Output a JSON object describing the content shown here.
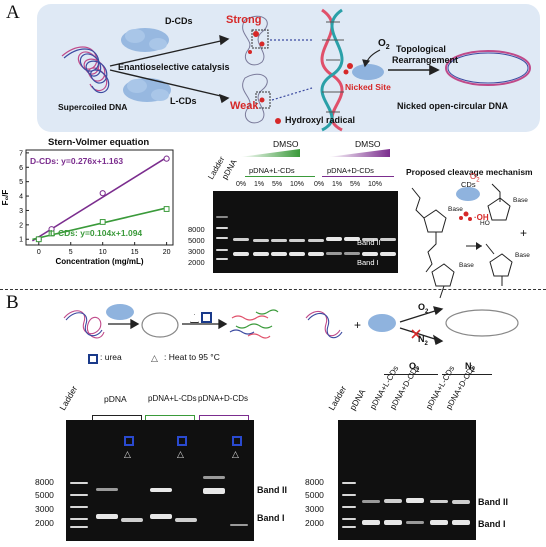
{
  "panelA": {
    "letter": "A",
    "schematic": {
      "supercoiled": "Supercoiled DNA",
      "dcds": "D-CDs",
      "lcds": "L-CDs",
      "catalysis": "Enantioselective catalysis",
      "strong": "Strong",
      "weak": "Weak",
      "o2": "O",
      "o2_sub": "2",
      "nicked_site": "Nicked Site",
      "hydroxyl": "Hydroxyl radical",
      "topological": "Topological",
      "rearrangement": "Rearrangement",
      "nicked_dna": "Nicked open-circular  DNA"
    },
    "sv": {
      "title": "Stern-Volmer equation",
      "dcds_eq": "D-CDs: y=0.276x+1.163",
      "lcds_eq": "L-CDs: y=0.104x+1.094",
      "xlabel": "Concentration (mg/mL)",
      "ylabel": "F₀/F",
      "xticks": [
        "0",
        "5",
        "10",
        "15",
        "20"
      ],
      "yticks": [
        "1",
        "2",
        "3",
        "4",
        "5",
        "6",
        "7"
      ]
    },
    "gel": {
      "dmso": "DMSO",
      "ladder": "Ladder",
      "pdna": "pDNA",
      "pdna_l": "pDNA+L-CDs",
      "pdna_d": "pDNA+D-CDs",
      "percents": [
        "0%",
        "1%",
        "5%",
        "10%",
        "0%",
        "1%",
        "5%",
        "10%"
      ],
      "markers": [
        "8000",
        "5000",
        "3000",
        "2000"
      ],
      "band2": "Band II",
      "band1": "Band I"
    },
    "mech": {
      "title": "Proposed cleavage mechanism",
      "cds": "CDs",
      "o2": "O",
      "o2_sub": "2",
      "oh": "·OH",
      "base": "Base",
      "ho": "HO",
      "plus": "+"
    }
  },
  "panelB": {
    "letter": "B",
    "legend_urea": ": urea",
    "legend_heat": ": Heat to 95 °C",
    "o2": "O",
    "o2_sub": "2",
    "n2": "N",
    "n2_sub": "2",
    "gel1": {
      "ladder": "Ladder",
      "pdna": "pDNA",
      "pdna_l": "pDNA+L-CDs",
      "pdna_d": "pDNA+D-CDs",
      "markers": [
        "8000",
        "5000",
        "3000",
        "2000"
      ],
      "band2": "Band II",
      "band1": "Band I"
    },
    "gel2": {
      "ladder": "Ladder",
      "lanes": [
        "pDNA",
        "pDNA+L-CDs",
        "pDNA+D-CDs",
        "pDNA+L-CDs",
        "pDNA+D-CDs"
      ],
      "group_o2": "O",
      "group_n2": "N",
      "markers": [
        "8000",
        "5000",
        "3000",
        "2000"
      ],
      "band2": "Band II",
      "band1": "Band I"
    }
  },
  "chart_data": {
    "type": "scatter",
    "title": "Stern-Volmer equation",
    "xlabel": "Concentration (mg/mL)",
    "ylabel": "F₀/F",
    "xlim": [
      -2,
      21
    ],
    "ylim": [
      0.6,
      7.2
    ],
    "series": [
      {
        "name": "D-CDs: y=0.276x+1.163",
        "color": "#7b2d8e",
        "x": [
          0,
          2,
          10,
          20
        ],
        "y": [
          1.0,
          1.7,
          4.2,
          6.6
        ],
        "fit": {
          "slope": 0.276,
          "intercept": 1.163
        }
      },
      {
        "name": "L-CDs: y=0.104x+1.094",
        "color": "#3a9a3a",
        "x": [
          0,
          2,
          10,
          20
        ],
        "y": [
          1.0,
          1.4,
          2.2,
          3.1
        ],
        "fit": {
          "slope": 0.104,
          "intercept": 1.094
        }
      }
    ]
  },
  "colors": {
    "panelA_bg": "#dfe9f5",
    "strong": "#d62828",
    "weak": "#d62828",
    "lcds_green": "#3a9a3a",
    "dcds_purple": "#7b2d8e",
    "cd_blue": "#7fa7d6",
    "urea_blue": "#1a3a8a"
  }
}
